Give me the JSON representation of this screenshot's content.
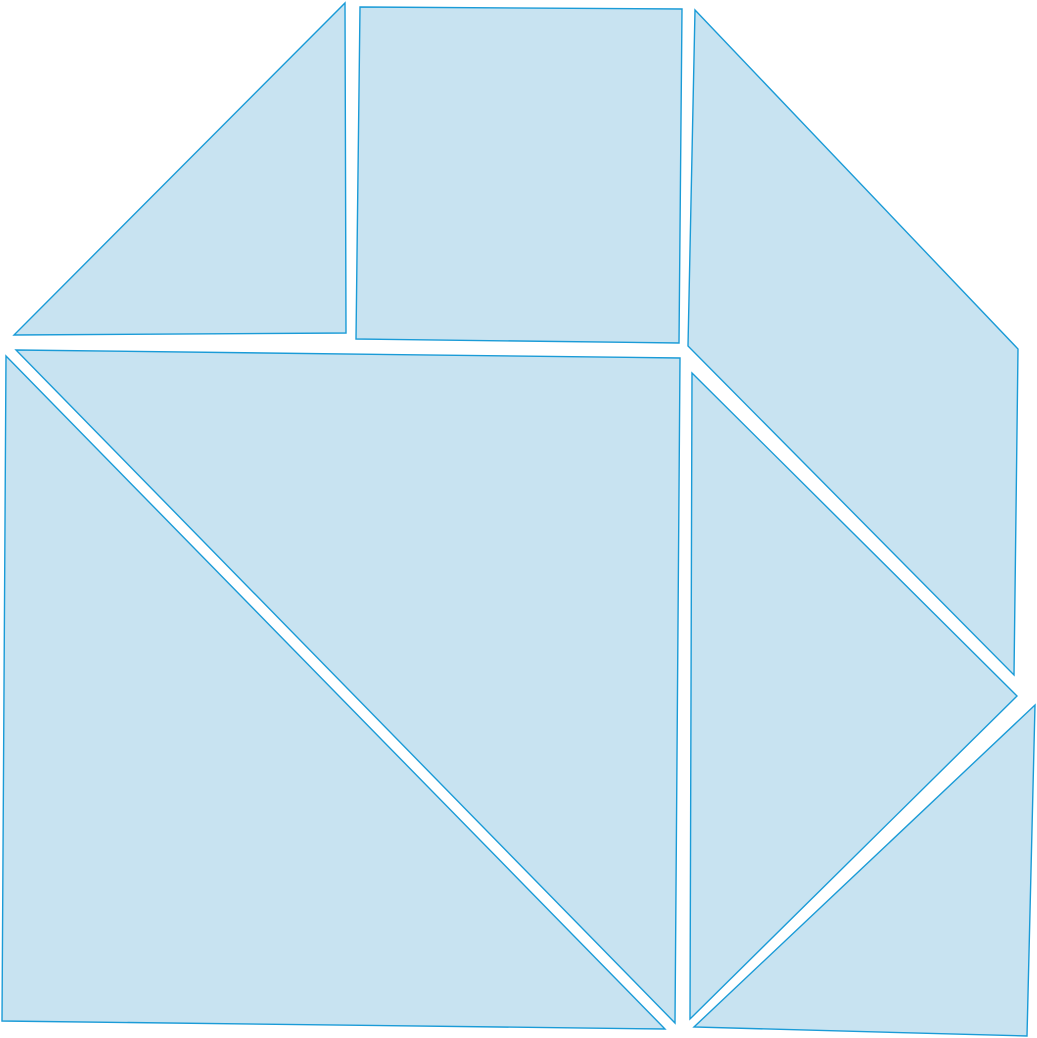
{
  "diagram": {
    "type": "tangram",
    "colors": {
      "fill": "#c8e3f1",
      "stroke": "#1a9bd7",
      "background": "#ffffff"
    },
    "pieces": [
      {
        "id": "small-triangle-top-left",
        "shape": "triangle"
      },
      {
        "id": "square-top",
        "shape": "square"
      },
      {
        "id": "parallelogram-right",
        "shape": "parallelogram"
      },
      {
        "id": "large-triangle-center",
        "shape": "triangle"
      },
      {
        "id": "large-triangle-left",
        "shape": "triangle"
      },
      {
        "id": "medium-triangle-right",
        "shape": "triangle"
      },
      {
        "id": "small-triangle-bottom-right",
        "shape": "triangle"
      }
    ]
  }
}
